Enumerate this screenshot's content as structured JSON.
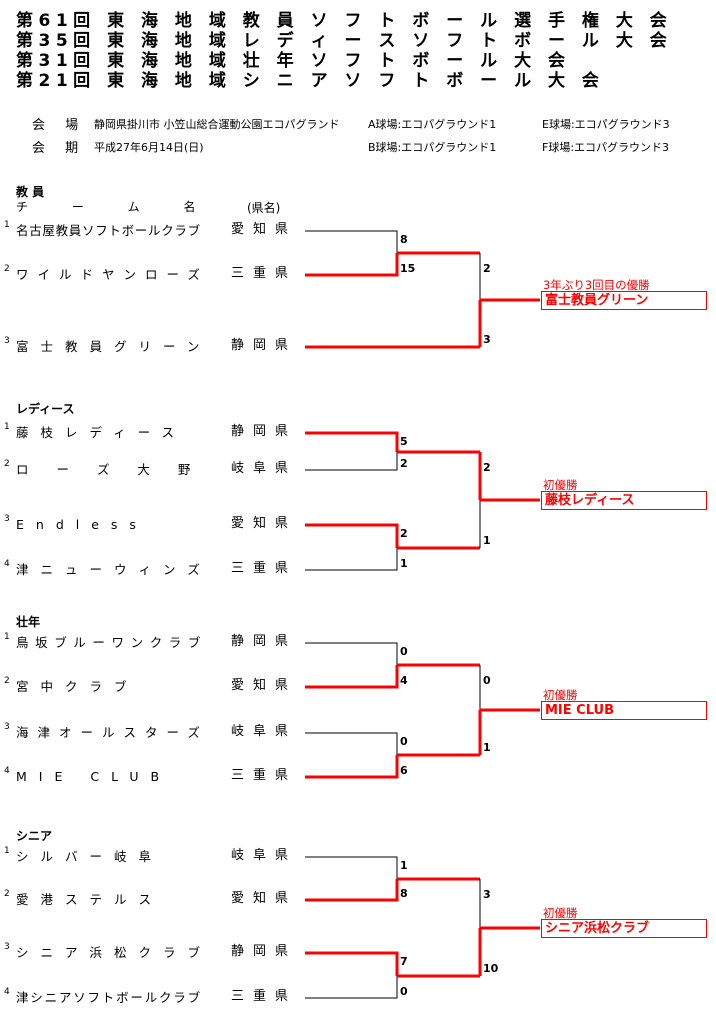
{
  "titles": [
    "第61回 東 海 地 域 教 員 ソ フ ト ボ ー ル 選 手 権 大 会",
    "第35回 東 海 地 域 レ デ ィ ー ス ソ フ ト ボ ー ル 大 会",
    "第31回 東 海 地 域 壮 年 ソ フ ト ボ ー ル 大 会",
    "第21回 東 海 地 域 シ ニ ア ソ フ ト ボ ー ル 大 会"
  ],
  "info": {
    "venue_label": "会 場",
    "venue": "静岡県掛川市  小笠山総合運動公園エコパグランド",
    "field_a": "A球場:エコパグラウンド1",
    "field_e": "E球場:エコパグラウンド3",
    "date_label": "会 期",
    "date": "平成27年6月14日(日)",
    "field_b": "B球場:エコパグラウンド1",
    "field_f": "F球場:エコパグラウンド3"
  },
  "header": {
    "team_col": "チ ー ム 名",
    "pref_col": "(県名)"
  },
  "colors": {
    "winner": "#ff0000",
    "line": "#000000"
  },
  "sections": [
    {
      "name": "教 員",
      "teams": [
        {
          "seed": "1",
          "name": "名古屋教員ソフトボールクラブ",
          "pref": "愛知県"
        },
        {
          "seed": "2",
          "name": "ワイルドヤンローズ",
          "pref": "三重県"
        },
        {
          "seed": "3",
          "name": "富士教員グリーン",
          "pref": "静岡県"
        }
      ],
      "scores": {
        "m1": [
          "8",
          "15"
        ],
        "final": [
          "2",
          "3"
        ]
      },
      "winner_note": "3年ぶり3回目の優勝",
      "champion": "富士教員グリーン"
    },
    {
      "name": "レディース",
      "teams": [
        {
          "seed": "1",
          "name": "藤枝レディース",
          "pref": "静岡県"
        },
        {
          "seed": "2",
          "name": "ロ ー ズ 大 野",
          "pref": "岐阜県"
        },
        {
          "seed": "3",
          "name": "Endless",
          "pref": "愛知県"
        },
        {
          "seed": "4",
          "name": "津ニューウィンズ",
          "pref": "三重県"
        }
      ],
      "scores": {
        "m1": [
          "5",
          "2"
        ],
        "m2": [
          "2",
          "1"
        ],
        "final": [
          "2",
          "1"
        ]
      },
      "winner_note": "初優勝",
      "champion": "藤枝レディース"
    },
    {
      "name": "壮年",
      "teams": [
        {
          "seed": "1",
          "name": "鳥坂ブルーワンクラブ",
          "pref": "静岡県"
        },
        {
          "seed": "2",
          "name": "宮中クラブ",
          "pref": "愛知県"
        },
        {
          "seed": "3",
          "name": "海津オールスターズ",
          "pref": "岐阜県"
        },
        {
          "seed": "4",
          "name": "MIE CLUB",
          "pref": "三重県"
        }
      ],
      "scores": {
        "m1": [
          "0",
          "4"
        ],
        "m2": [
          "0",
          "6"
        ],
        "final": [
          "0",
          "1"
        ]
      },
      "winner_note": "初優勝",
      "champion": "MIE CLUB"
    },
    {
      "name": "シニア",
      "teams": [
        {
          "seed": "1",
          "name": "シルバー岐阜",
          "pref": "岐阜県"
        },
        {
          "seed": "2",
          "name": "愛港ステルス",
          "pref": "愛知県"
        },
        {
          "seed": "3",
          "name": "シニア浜松クラブ",
          "pref": "静岡県"
        },
        {
          "seed": "4",
          "name": "津シニアソフトボールクラブ",
          "pref": "三重県"
        }
      ],
      "scores": {
        "m1": [
          "1",
          "8"
        ],
        "m2": [
          "7",
          "0"
        ],
        "final": [
          "3",
          "10"
        ]
      },
      "winner_note": "初優勝",
      "champion": "シニア浜松クラブ"
    }
  ]
}
